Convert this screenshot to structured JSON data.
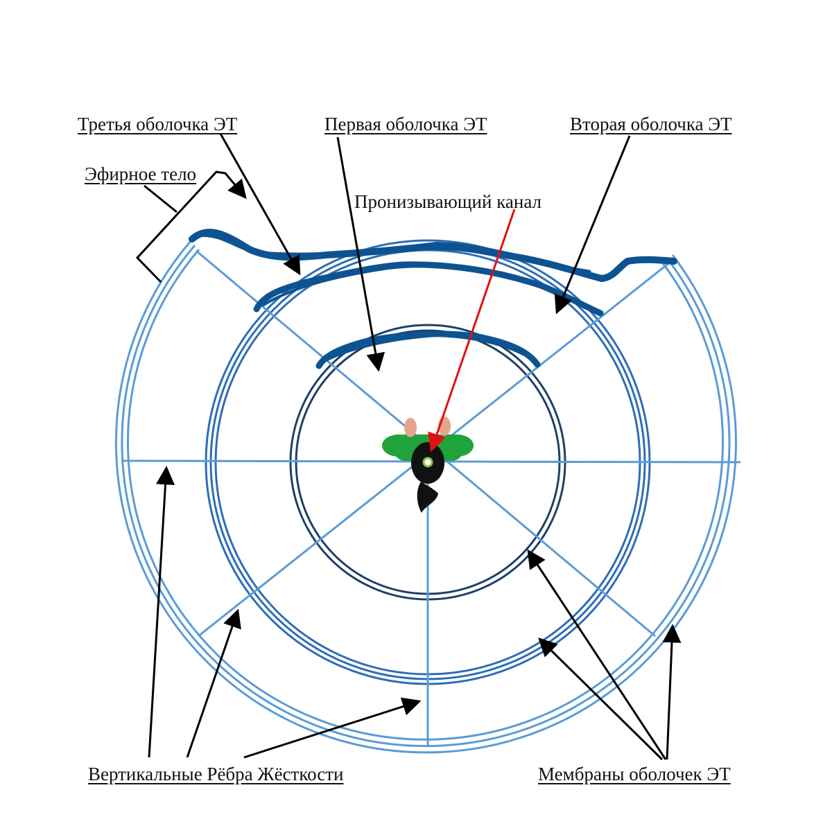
{
  "labels": {
    "third_shell": "Третья оболочка ЭТ",
    "first_shell": "Первая оболочка ЭТ",
    "second_shell": "Вторая оболочка ЭТ",
    "etheric_body": "Эфирное тело",
    "piercing_channel": "Пронизывающий канал",
    "vertical_ribs": "Вертикальные Рёбра Жёсткости",
    "shell_membranes": "Мембраны оболочек ЭТ"
  },
  "colors": {
    "outer_ring": "#5b9bd5",
    "middle_ring": "#2e6db4",
    "inner_ring": "#1f3f66",
    "ribs": "#5b9bd5",
    "shell_top": "#0d5391",
    "pointer_arrows": "#000000",
    "channel_arrow": "#e01010",
    "figure_jacket": "#1fa33a",
    "center_marker": "#8bc34a"
  },
  "icons": {
    "center_figure": "person-top-view-icon"
  }
}
